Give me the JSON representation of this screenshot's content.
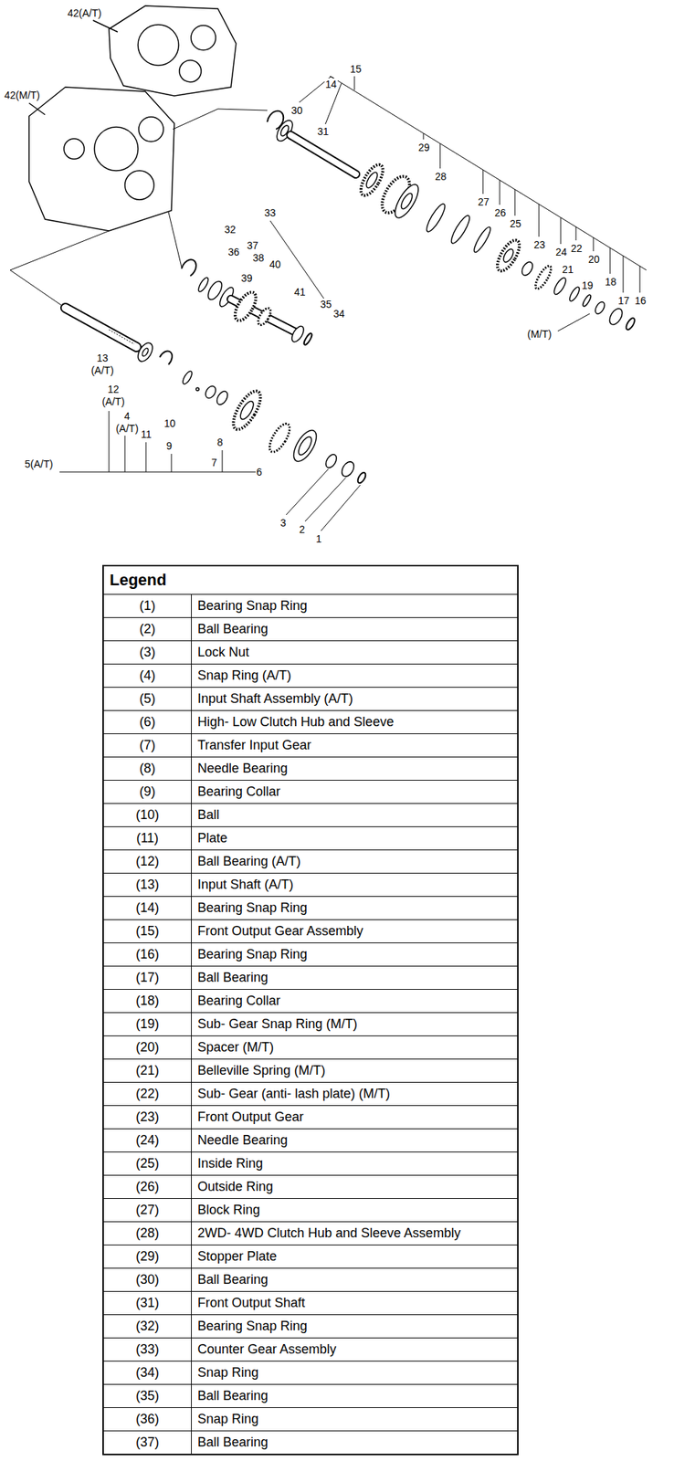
{
  "diagram": {
    "labels": [
      "42(A/T)",
      "42(M/T)",
      "14",
      "15",
      "30",
      "31",
      "29",
      "28",
      "27",
      "26",
      "25",
      "23",
      "24",
      "22",
      "21",
      "20",
      "19",
      "18",
      "17",
      "16",
      "(M/T)",
      "32",
      "33",
      "36",
      "37",
      "38",
      "39",
      "40",
      "41",
      "35",
      "34",
      "13 (A/T)",
      "12 (A/T)",
      "4 (A/T)",
      "5(A/T)",
      "11",
      "10",
      "9",
      "8",
      "7",
      "6",
      "3",
      "2",
      "1",
      "Legend",
      "(1)",
      "Bearing Snap Ring",
      "(2)",
      "Ball Bearing",
      "(3)",
      "Lock Nut",
      "(4)",
      "Snap Ring (A/T)",
      "(5)",
      "Input Shaft Assembly (A/T)",
      "(6)",
      "High- Low Clutch Hub and Sleeve",
      "(7)",
      "Transfer Input Gear",
      "(8)",
      "Needle Bearing",
      "(9)",
      "Bearing Collar",
      "(10)",
      "Ball",
      "(11)",
      "Plate",
      "(12)",
      "Ball Bearing (A/T)",
      "(13)",
      "Input Shaft (A/T)",
      "(14)",
      "Bearing Snap Ring",
      "(15)",
      "Front Output Gear Assembly",
      "(16)",
      "Bearing Snap Ring",
      "(17)",
      "Ball Bearing",
      "(18)",
      "Bearing Collar",
      "(19)",
      "Sub- Gear Snap Ring (M/T)",
      "(20)",
      "Spacer (M/T)",
      "(21)",
      "Belleville Spring (M/T)",
      "(22)",
      "Sub- Gear (anti- lash plate) (M/T)",
      "(23)",
      "Front Output Gear",
      "(24)",
      "Needle Bearing",
      "(25)",
      "Inside Ring",
      "(26)",
      "Outside Ring",
      "(27)",
      "Block Ring",
      "(28)",
      "2WD- 4WD Clutch Hub and Sleeve Assembly",
      "(29)",
      "Stopper Plate",
      "(30)",
      "Ball Bearing",
      "(31)",
      "Front Output Shaft",
      "(32)",
      "Bearing Snap Ring",
      "(33)",
      "Counter Gear Assembly",
      "(34)",
      "Snap Ring",
      "(35)",
      "Ball Bearing",
      "(36)",
      "Snap Ring",
      "(37)",
      "Ball Bearing"
    ]
  }
}
